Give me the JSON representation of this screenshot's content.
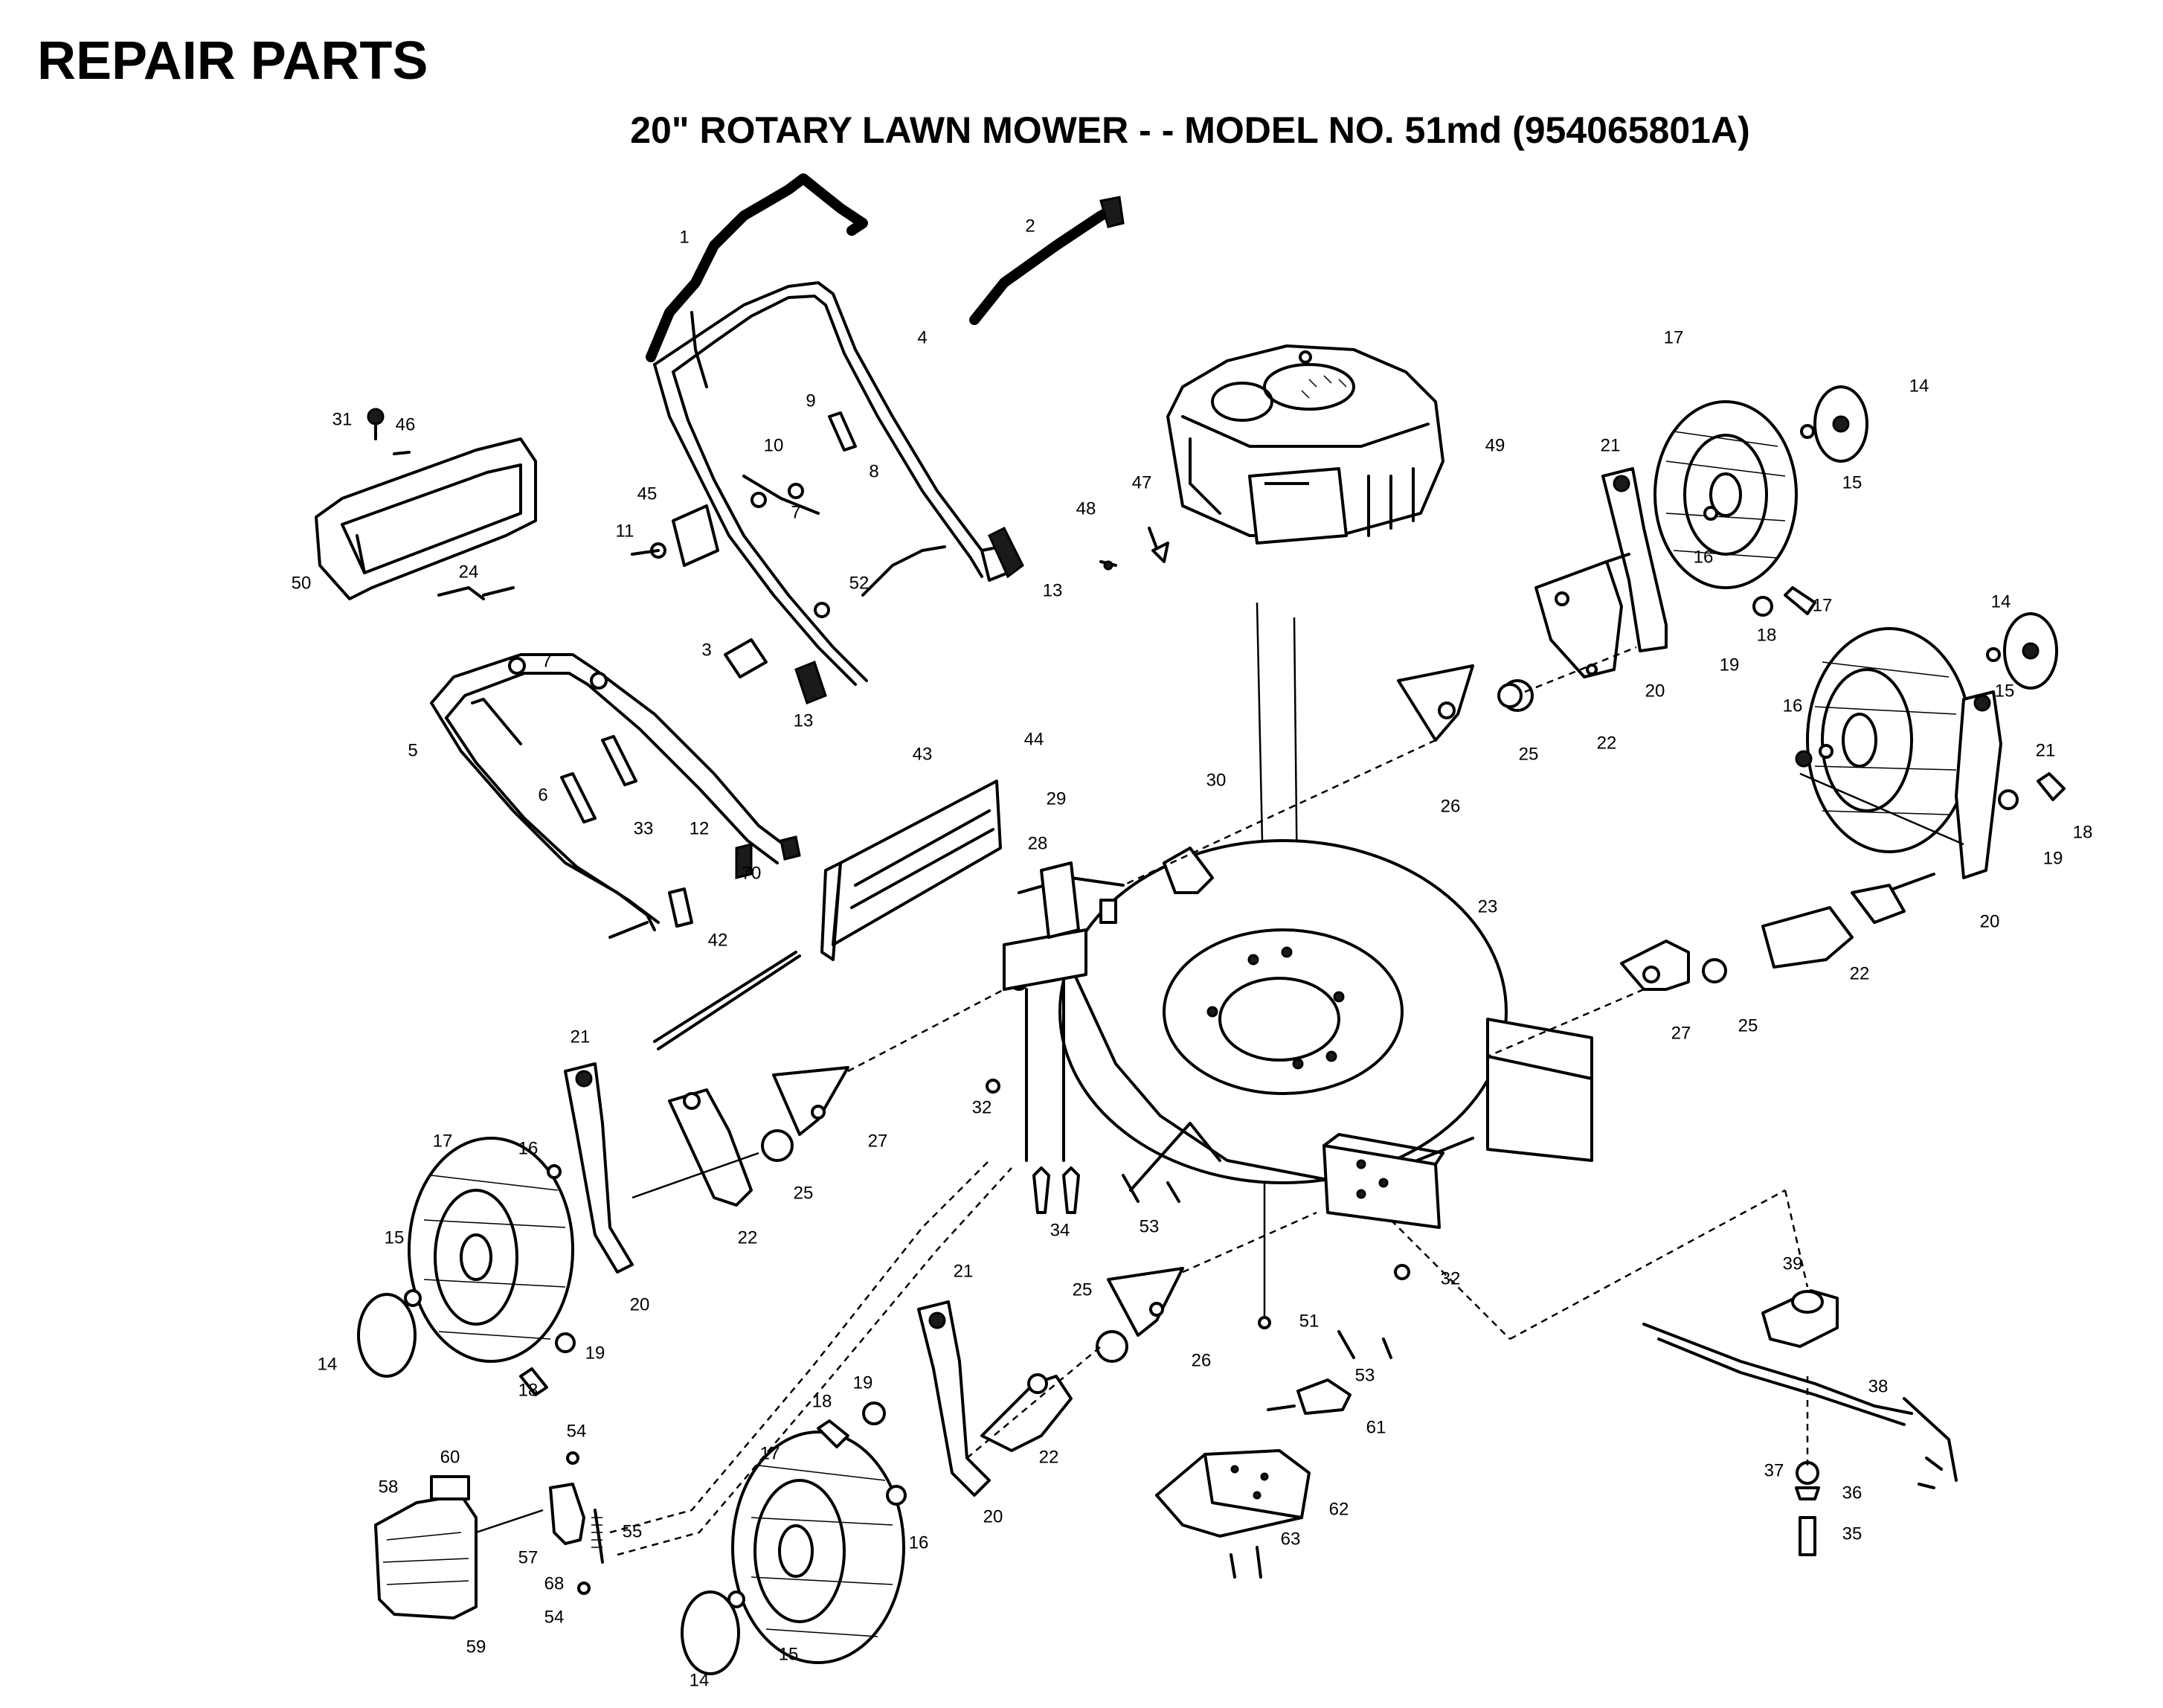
{
  "header": {
    "title": "REPAIR PARTS",
    "subtitle": "20\" ROTARY LAWN MOWER - - MODEL NO. 51md (954065801A)"
  },
  "callouts": [
    {
      "id": "c1",
      "text": "1"
    },
    {
      "id": "c2",
      "text": "2"
    },
    {
      "id": "c4",
      "text": "4"
    },
    {
      "id": "c9",
      "text": "9"
    },
    {
      "id": "c8",
      "text": "8"
    },
    {
      "id": "c10",
      "text": "10"
    },
    {
      "id": "c7a",
      "text": "7"
    },
    {
      "id": "c45",
      "text": "45"
    },
    {
      "id": "c11",
      "text": "11"
    },
    {
      "id": "c52",
      "text": "52"
    },
    {
      "id": "c13a",
      "text": "13"
    },
    {
      "id": "c3",
      "text": "3"
    },
    {
      "id": "c13b",
      "text": "13"
    },
    {
      "id": "c31",
      "text": "31"
    },
    {
      "id": "c46",
      "text": "46"
    },
    {
      "id": "c50",
      "text": "50"
    },
    {
      "id": "c24",
      "text": "24"
    },
    {
      "id": "c7b",
      "text": "7"
    },
    {
      "id": "c5",
      "text": "5"
    },
    {
      "id": "c6",
      "text": "6"
    },
    {
      "id": "c33",
      "text": "33"
    },
    {
      "id": "c12",
      "text": "12"
    },
    {
      "id": "c70",
      "text": "70"
    },
    {
      "id": "c42",
      "text": "42"
    },
    {
      "id": "c43",
      "text": "43"
    },
    {
      "id": "c44",
      "text": "44"
    },
    {
      "id": "c49",
      "text": "49"
    },
    {
      "id": "c47",
      "text": "47"
    },
    {
      "id": "c48",
      "text": "48"
    },
    {
      "id": "c17a",
      "text": "17"
    },
    {
      "id": "c14a",
      "text": "14"
    },
    {
      "id": "c15a",
      "text": "15"
    },
    {
      "id": "c21a",
      "text": "21"
    },
    {
      "id": "c16a",
      "text": "16"
    },
    {
      "id": "c18a",
      "text": "18"
    },
    {
      "id": "c19a",
      "text": "19"
    },
    {
      "id": "c20a",
      "text": "20"
    },
    {
      "id": "c22a",
      "text": "22"
    },
    {
      "id": "c25a",
      "text": "25"
    },
    {
      "id": "c26a",
      "text": "26"
    },
    {
      "id": "c17b",
      "text": "17"
    },
    {
      "id": "c14b",
      "text": "14"
    },
    {
      "id": "c15b",
      "text": "15"
    },
    {
      "id": "c16b",
      "text": "16"
    },
    {
      "id": "c21b",
      "text": "21"
    },
    {
      "id": "c18b",
      "text": "18"
    },
    {
      "id": "c19b",
      "text": "19"
    },
    {
      "id": "c20b",
      "text": "20"
    },
    {
      "id": "c22b",
      "text": "22"
    },
    {
      "id": "c25b",
      "text": "25"
    },
    {
      "id": "c27a",
      "text": "27"
    },
    {
      "id": "c30",
      "text": "30"
    },
    {
      "id": "c29",
      "text": "29"
    },
    {
      "id": "c28",
      "text": "28"
    },
    {
      "id": "c23",
      "text": "23"
    },
    {
      "id": "c21c",
      "text": "21"
    },
    {
      "id": "c17c",
      "text": "17"
    },
    {
      "id": "c16c",
      "text": "16"
    },
    {
      "id": "c15c",
      "text": "15"
    },
    {
      "id": "c14c",
      "text": "14"
    },
    {
      "id": "c18c",
      "text": "18"
    },
    {
      "id": "c19c",
      "text": "19"
    },
    {
      "id": "c20c",
      "text": "20"
    },
    {
      "id": "c22c",
      "text": "22"
    },
    {
      "id": "c25c",
      "text": "25"
    },
    {
      "id": "c27b",
      "text": "27"
    },
    {
      "id": "c32a",
      "text": "32"
    },
    {
      "id": "c34",
      "text": "34"
    },
    {
      "id": "c53a",
      "text": "53"
    },
    {
      "id": "c32b",
      "text": "32"
    },
    {
      "id": "c21d",
      "text": "21"
    },
    {
      "id": "c17d",
      "text": "17"
    },
    {
      "id": "c14d",
      "text": "14"
    },
    {
      "id": "c15d",
      "text": "15"
    },
    {
      "id": "c16d",
      "text": "16"
    },
    {
      "id": "c18d",
      "text": "18"
    },
    {
      "id": "c19d",
      "text": "19"
    },
    {
      "id": "c20d",
      "text": "20"
    },
    {
      "id": "c22d",
      "text": "22"
    },
    {
      "id": "c25d",
      "text": "25"
    },
    {
      "id": "c26b",
      "text": "26"
    },
    {
      "id": "c51",
      "text": "51"
    },
    {
      "id": "c53b",
      "text": "53"
    },
    {
      "id": "c61",
      "text": "61"
    },
    {
      "id": "c62",
      "text": "62"
    },
    {
      "id": "c63",
      "text": "63"
    },
    {
      "id": "c39",
      "text": "39"
    },
    {
      "id": "c38",
      "text": "38"
    },
    {
      "id": "c37",
      "text": "37"
    },
    {
      "id": "c36",
      "text": "36"
    },
    {
      "id": "c35",
      "text": "35"
    },
    {
      "id": "c54a",
      "text": "54"
    },
    {
      "id": "c60",
      "text": "60"
    },
    {
      "id": "c58",
      "text": "58"
    },
    {
      "id": "c55",
      "text": "55"
    },
    {
      "id": "c57",
      "text": "57"
    },
    {
      "id": "c68",
      "text": "68"
    },
    {
      "id": "c54b",
      "text": "54"
    },
    {
      "id": "c59",
      "text": "59"
    }
  ]
}
